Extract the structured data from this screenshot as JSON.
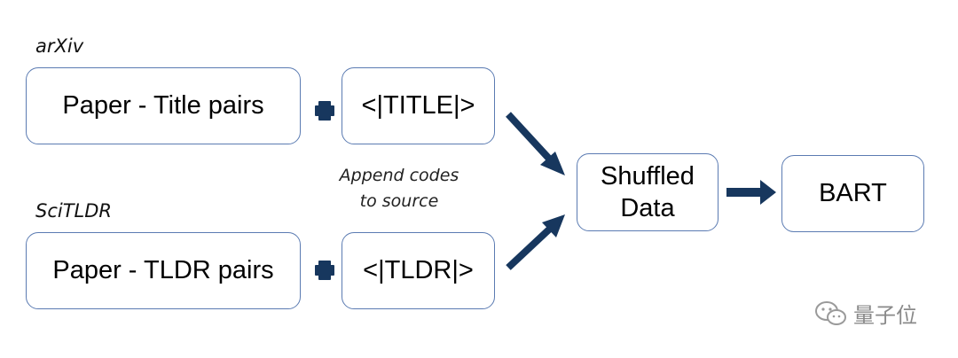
{
  "sources": [
    {
      "label": "arXiv",
      "pairs": "Paper - Title pairs",
      "code": "<|TITLE|>"
    },
    {
      "label": "SciTLDR",
      "pairs": "Paper - TLDR pairs",
      "code": "<|TLDR|>"
    }
  ],
  "caption": {
    "line1": "Append codes",
    "line2": "to source"
  },
  "shuffled": {
    "line1": "Shuffled",
    "line2": "Data"
  },
  "model": "BART",
  "watermark": "量子位",
  "colors": {
    "arrow": "#17375e",
    "border": "#5b7bb2",
    "plus": "#17375e"
  },
  "icons": {
    "plus": "plus-icon",
    "arrow": "arrow-icon",
    "watermark_logo": "wechat-logo-icon"
  }
}
